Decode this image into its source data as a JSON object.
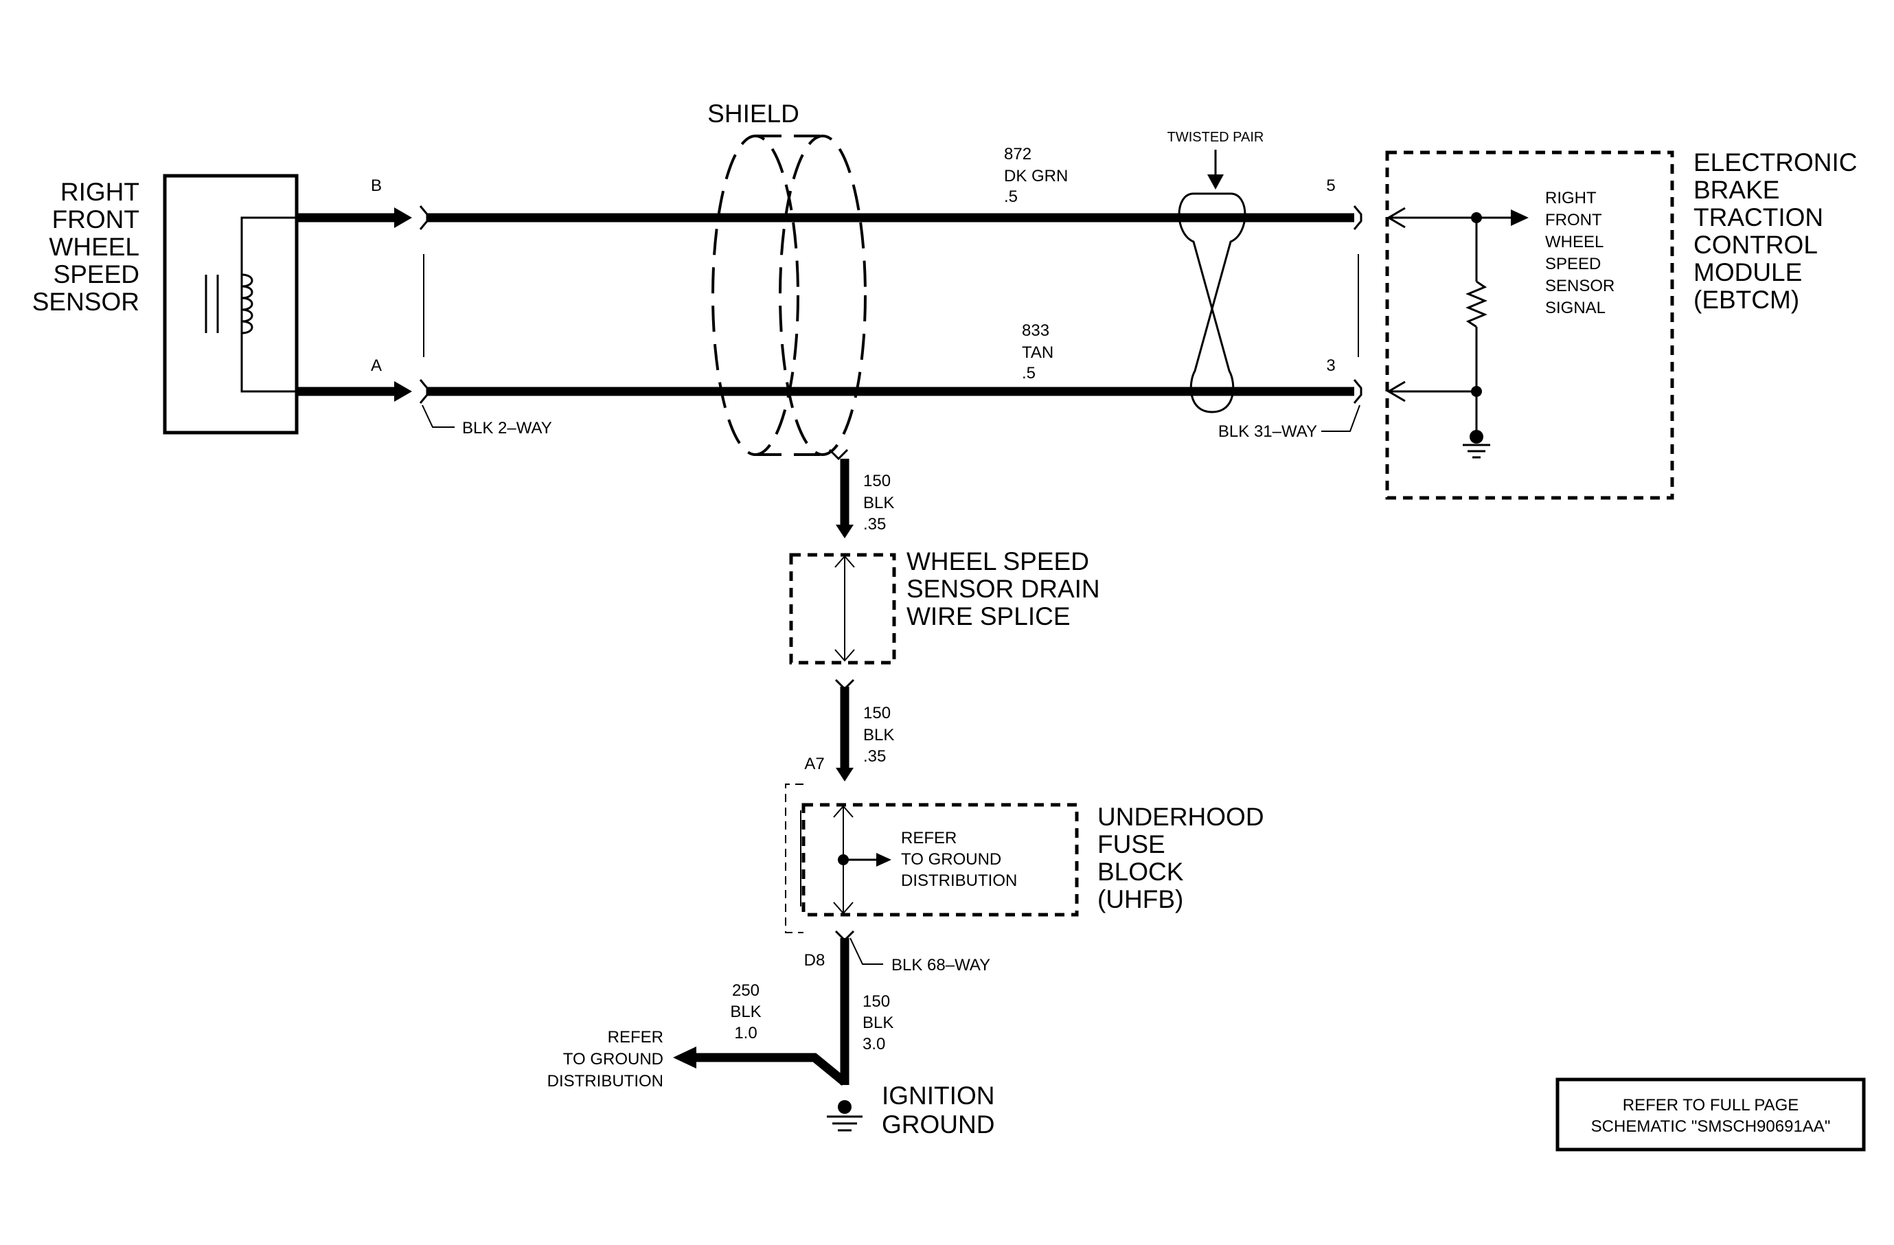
{
  "sensor": {
    "line1": "RIGHT",
    "line2": "FRONT",
    "line3": "WHEEL",
    "line4": "SPEED",
    "line5": "SENSOR"
  },
  "module": {
    "line1": "ELECTRONIC",
    "line2": "BRAKE",
    "line3": "TRACTION",
    "line4": "CONTROL",
    "line5": "MODULE",
    "line6": "(EBTCM)"
  },
  "module_signal": {
    "line1": "RIGHT",
    "line2": "FRONT",
    "line3": "WHEEL",
    "line4": "SPEED",
    "line5": "SENSOR",
    "line6": "SIGNAL"
  },
  "shield_label": "SHIELD",
  "twisted_pair_label": "TWISTED PAIR",
  "wire_top": {
    "circuit": "872",
    "color": "DK GRN",
    "gauge": ".5",
    "pin_sensor": "B",
    "pin_module": "5"
  },
  "wire_bottom": {
    "circuit": "833",
    "color": "TAN",
    "gauge": ".5",
    "pin_sensor": "A",
    "pin_module": "3"
  },
  "connector_sensor": "BLK 2–WAY",
  "connector_module": "BLK 31–WAY",
  "drain_wire_1": {
    "circuit": "150",
    "color": "BLK",
    "gauge": ".35"
  },
  "splice": {
    "line1": "WHEEL SPEED",
    "line2": "SENSOR DRAIN",
    "line3": "WIRE SPLICE"
  },
  "drain_wire_2": {
    "circuit": "150",
    "color": "BLK",
    "gauge": ".35"
  },
  "uhfb_pin_top": "A7",
  "uhfb_pin_bottom": "D8",
  "uhfb": {
    "line1": "UNDERHOOD",
    "line2": "FUSE",
    "line3": "BLOCK",
    "line4": "(UHFB)"
  },
  "uhfb_refer": {
    "line1": "REFER",
    "line2": "TO GROUND",
    "line3": "DISTRIBUTION"
  },
  "connector_uhfb": "BLK 68–WAY",
  "ground_wire": {
    "circuit": "150",
    "color": "BLK",
    "gauge": "3.0"
  },
  "branch_wire": {
    "circuit": "250",
    "color": "BLK",
    "gauge": "1.0"
  },
  "branch_refer": {
    "line1": "REFER",
    "line2": "TO GROUND",
    "line3": "DISTRIBUTION"
  },
  "ground": {
    "line1": "IGNITION",
    "line2": "GROUND"
  },
  "note": {
    "line1": "REFER TO FULL PAGE",
    "line2": "SCHEMATIC \"SMSCH90691AA\""
  }
}
